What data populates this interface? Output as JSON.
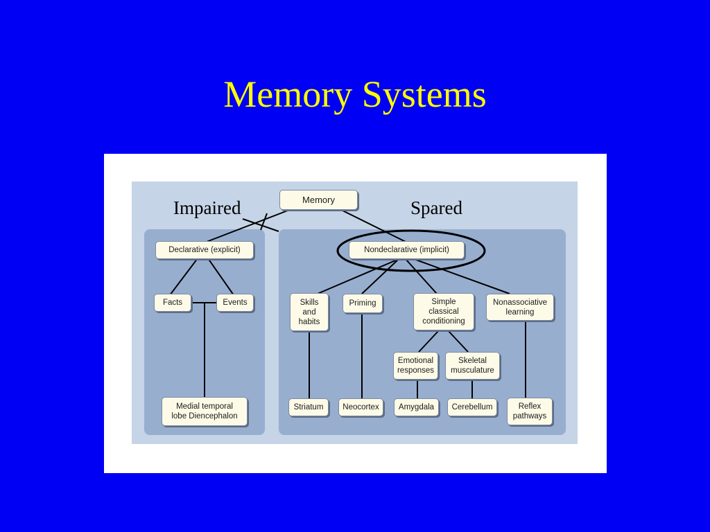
{
  "slide": {
    "title": "Memory Systems"
  },
  "labels": {
    "impaired": "Impaired",
    "spared": "Spared"
  },
  "nodes": {
    "memory": "Memory",
    "declarative": "Declarative (explicit)",
    "nondeclarative": "Nondeclarative (implicit)",
    "facts": "Facts",
    "events": "Events",
    "medial_temporal": "Medial temporal\nlobe Diencephalon",
    "skills_habits": "Skills\nand\nhabits",
    "priming": "Priming",
    "classical_conditioning": "Simple\nclassical\nconditioning",
    "nonassociative": "Nonassociative\nlearning",
    "emotional_responses": "Emotional\nresponses",
    "skeletal_musculature": "Skeletal\nmusculature",
    "striatum": "Striatum",
    "neocortex": "Neocortex",
    "amygdala": "Amygdala",
    "cerebellum": "Cerebellum",
    "reflex_pathways": "Reflex\npathways"
  },
  "colors": {
    "slide_background": "#0000f5",
    "title": "#ffff00",
    "figure_background": "#c5d4e6",
    "group_box": "#98aecf",
    "node_fill": "#fdfbe8"
  }
}
